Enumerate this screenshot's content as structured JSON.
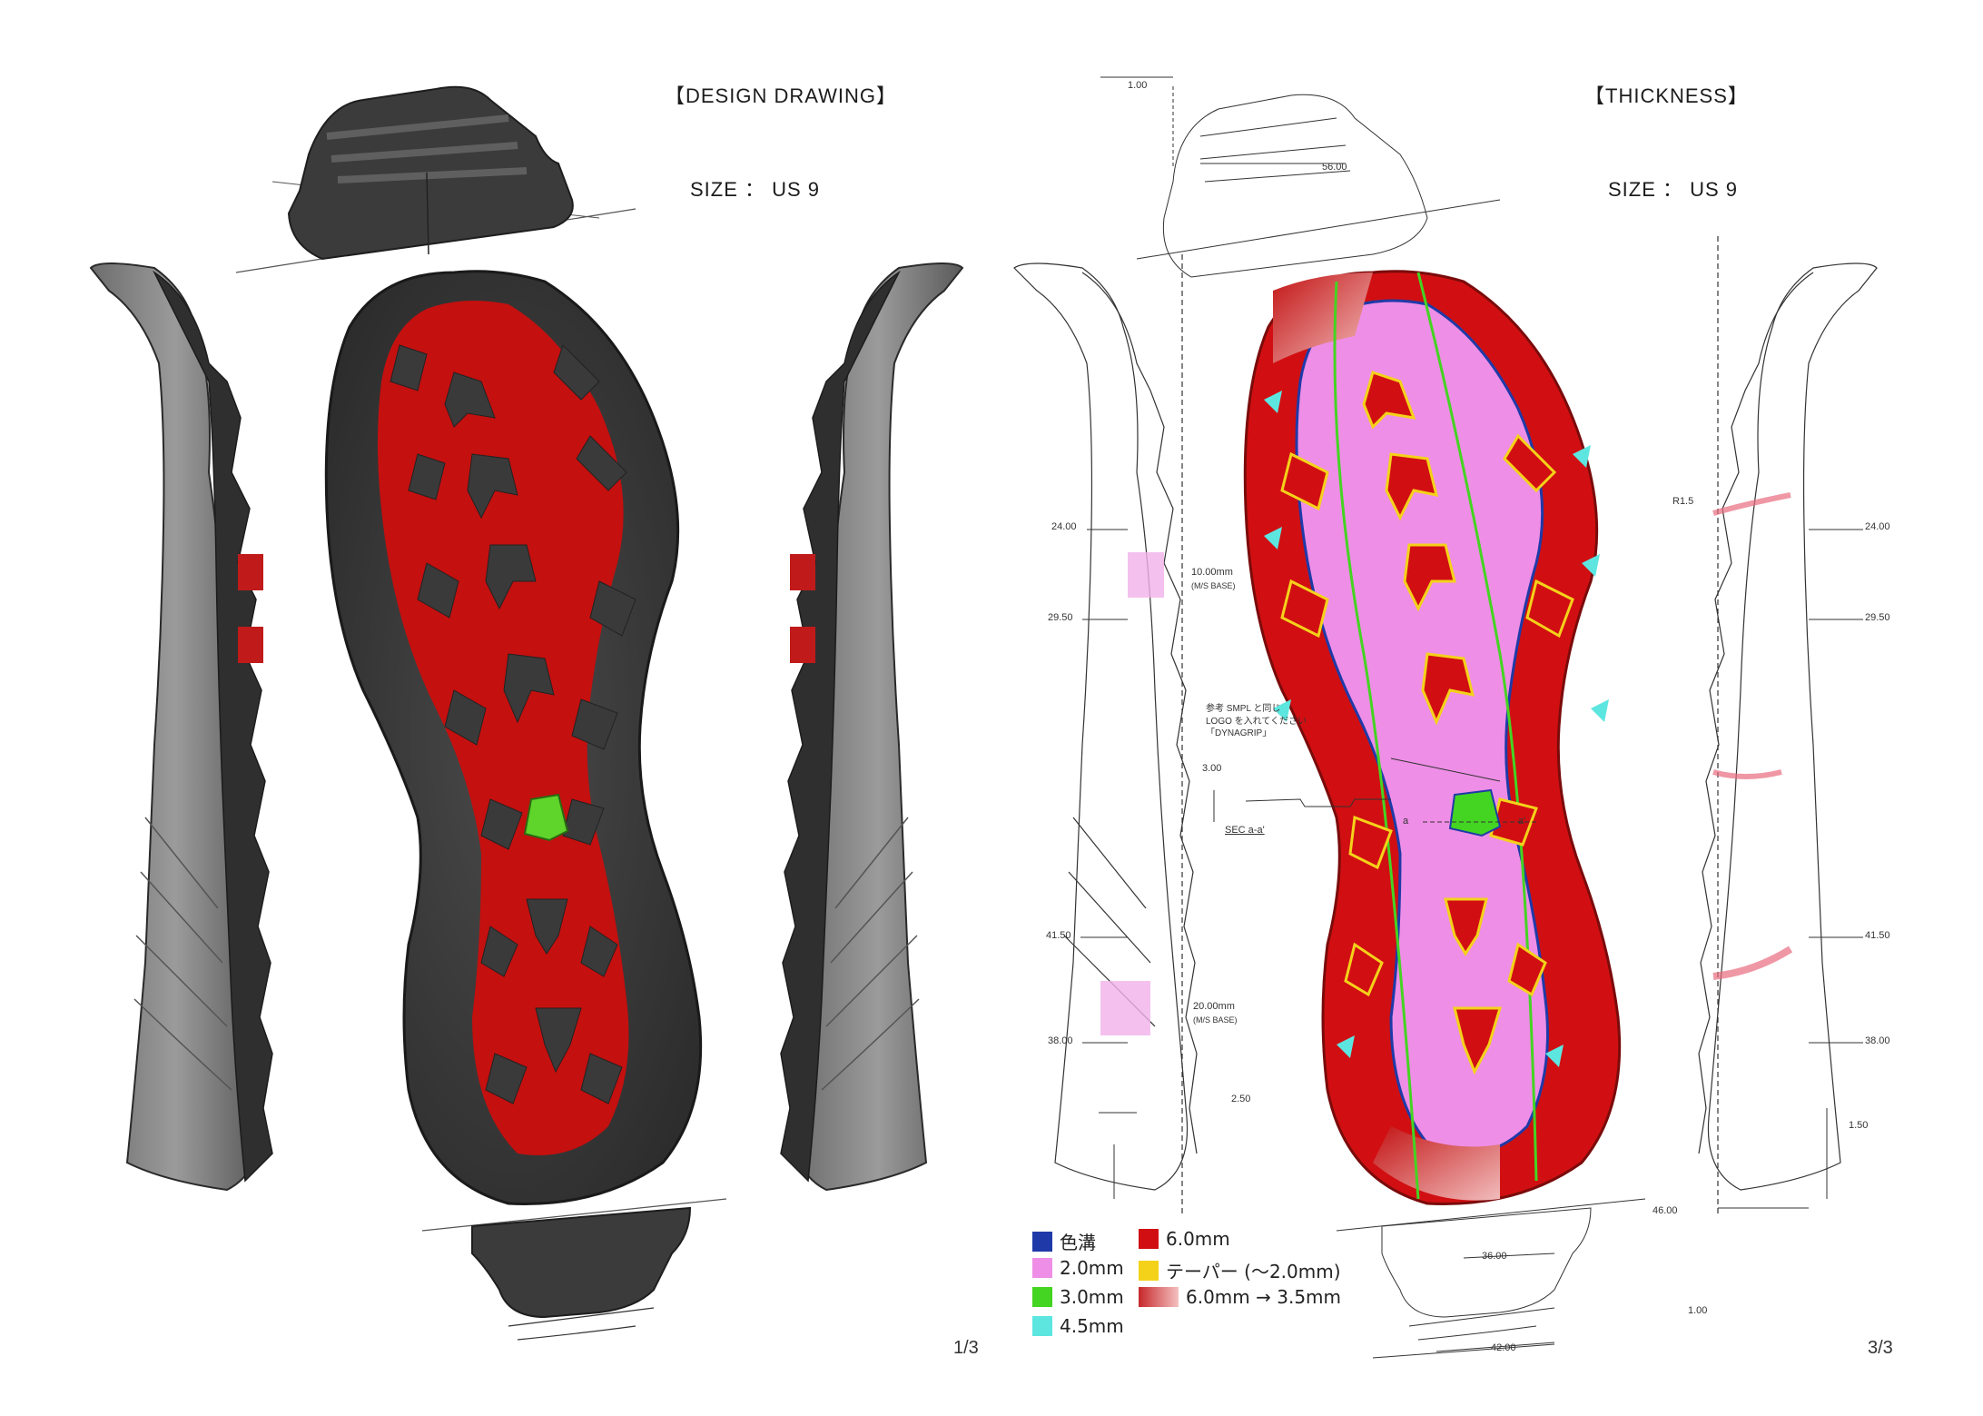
{
  "left": {
    "title": "【DESIGN DRAWING】",
    "size": "SIZE ： US 9",
    "page": "1/3"
  },
  "right": {
    "title": "【THICKNESS】",
    "size": "SIZE ： US 9",
    "page": "3/3",
    "dims": {
      "d_100_top": "1.00",
      "d_5600_top": "56.00",
      "d_2400_l": "24.00",
      "d_2950_l": "29.50",
      "d_4150_l": "41.50",
      "d_3800_l": "38.00",
      "d_1000mm": "10.00mm",
      "d_msbase1": "(M/S BASE)",
      "d_2000mm": "20.00mm",
      "d_msbase2": "(M/S BASE)",
      "d_300": "3.00",
      "d_250": "2.50",
      "d_r15": "R1.5",
      "d_2400_r": "24.00",
      "d_2950_r": "29.50",
      "d_4150_r": "41.50",
      "d_3800_r": "38.00",
      "d_150": "1.50",
      "d_4600": "46.00",
      "d_3600": "36.00",
      "d_4200": "42.00",
      "d_100_bot": "1.00",
      "sec": "SEC a-a'",
      "a": "a",
      "a_prime": "a'"
    },
    "note": [
      "参考 SMPL と同じ",
      "LOGO を入れてください",
      "「DYNAGRIP」"
    ],
    "legend": [
      {
        "label": "色溝",
        "color": "#1f3aa8"
      },
      {
        "label": "2.0mm",
        "color": "#ee8ee6"
      },
      {
        "label": "3.0mm",
        "color": "#44d422"
      },
      {
        "label": "4.5mm",
        "color": "#5de6e0"
      },
      {
        "label": "6.0mm",
        "color": "#d10f12"
      },
      {
        "label": "テーパー (〜2.0mm)",
        "color": "#f4d21a"
      },
      {
        "label": "6.0mm → 3.5mm",
        "color": "#c7282b"
      }
    ]
  }
}
